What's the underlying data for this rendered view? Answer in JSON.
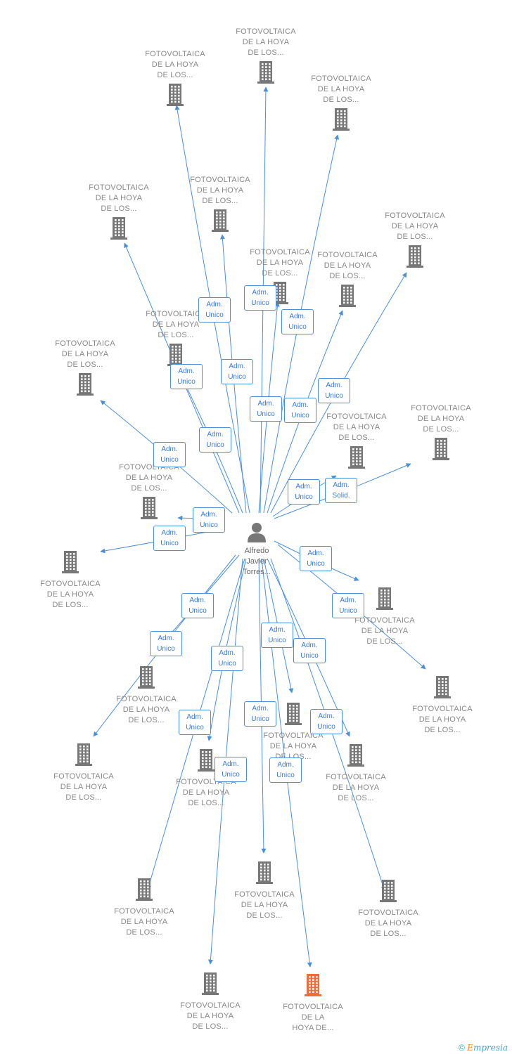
{
  "person": {
    "name": "Alfredo\nJavier\nTorres...",
    "icon": "person-icon"
  },
  "colors": {
    "edge": "#4a90d9",
    "company": "#777777",
    "highlight": "#f26b3a"
  },
  "companies": [
    {
      "label": "FOTOVOLTAICA\nDE LA HOYA\nDE LOS..."
    },
    {
      "label": "FOTOVOLTAICA\nDE LA HOYA\nDE LOS..."
    },
    {
      "label": "FOTOVOLTAICA\nDE LA HOYA\nDE LOS..."
    },
    {
      "label": "FOTOVOLTAICA\nDE LA HOYA\nDE LOS..."
    },
    {
      "label": "FOTOVOLTAICA\nDE LA HOYA\nDE LOS..."
    },
    {
      "label": "FOTOVOLTAICA\nDE LA HOYA\nDE LOS..."
    },
    {
      "label": "FOTOVOLTAICA\nDE LA HOYA\nDE LOS..."
    },
    {
      "label": "FOTOVOLTAICA\nDE LA HOYA\nDE LOS..."
    },
    {
      "label": "FOTOVOLTAICA\nDE LA HOYA\nDE LOS..."
    },
    {
      "label": "FOTOVOLTAICA\nDE LA HOYA\nDE LOS..."
    },
    {
      "label": "FOTOVOLTAICA\nDE LA HOYA\nDE LOS..."
    },
    {
      "label": "FOTOVOLTAICA\nDE LA HOYA\nDE LOS..."
    },
    {
      "label": "FOTOVOLTAICA\nDE LA HOYA\nDE LOS..."
    },
    {
      "label": "FOTOVOLTAICA\nDE LA HOYA\nDE LOS..."
    },
    {
      "label": "FOTOVOLTAICA\nDE LA HOYA\nDE LOS..."
    },
    {
      "label": "FOTOVOLTAICA\nDE LA HOYA\nDE LOS..."
    },
    {
      "label": "FOTOVOLTAICA\nDE LA HOYA\nDE LOS..."
    },
    {
      "label": "FOTOVOLTAICA\nDE LA HOYA\nDE LOS..."
    },
    {
      "label": "FOTOVOLTAICA\nDE LA HOYA\nDE LOS..."
    },
    {
      "label": "FOTOVOLTAICA\nDE LA HOYA\nDE LOS..."
    },
    {
      "label": "FOTOVOLTAICA\nDE LA HOYA\nDE LOS..."
    },
    {
      "label": "FOTOVOLTAICA\nDE LA HOYA\nDE LOS..."
    },
    {
      "label": "FOTOVOLTAICA\nDE LA HOYA\nDE LOS..."
    },
    {
      "label": "FOTOVOLTAICA\nDE LA HOYA\nDE LOS..."
    },
    {
      "label": "FOTOVOLTAICA\nDE LA HOYA\nDE LOS..."
    },
    {
      "label": "FOTOVOLTAICA\nDE LA HOYA\nDE LOS..."
    },
    {
      "label": "FOTOVOLTAICA\nDE LA\nHOYA DE...",
      "highlight": true
    }
  ],
  "relations": [
    "Adm.\nUnico",
    "Adm.\nUnico",
    "Adm.\nUnico",
    "Adm.\nUnico",
    "Adm.\nUnico",
    "Adm.\nUnico",
    "Adm.\nUnico",
    "Adm.\nUnico",
    "Adm.\nUnico",
    "Adm.\nUnico",
    "Adm.\nUnico",
    "Adm.\nSolid.",
    "Adm.\nUnico",
    "Adm.\nUnico",
    "Adm.\nUnico",
    "Adm.\nUnico",
    "Adm.\nUnico",
    "Adm.\nUnico",
    "Adm.\nUnico",
    "Adm.\nUnico",
    "Adm.\nUnico",
    "Adm.\nUnico",
    "Adm.\nUnico",
    "Adm.\nUnico",
    "Adm.\nUnico",
    "Adm.\nUnico",
    "Adm.\nUnico",
    "Adm.\nUnico"
  ],
  "footer": {
    "copyright": "©",
    "brand_first": "E",
    "brand_rest": "mpresia"
  }
}
